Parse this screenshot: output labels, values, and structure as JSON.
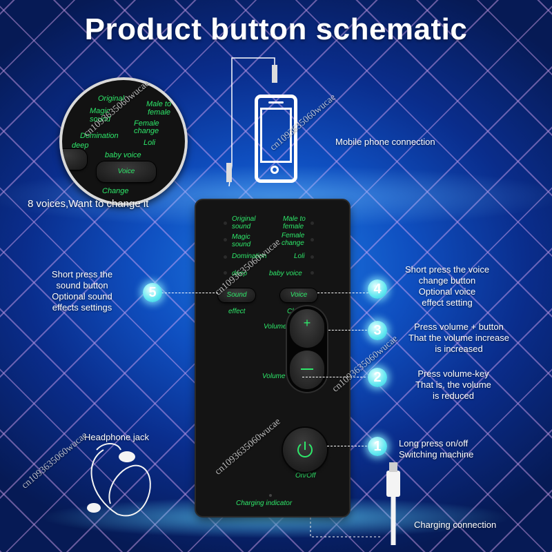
{
  "title": "Product button schematic",
  "watermark": "cn1093635060wucae",
  "magnifier": {
    "caption": "8 voices,Want to change it",
    "labels": {
      "original": "Original",
      "male_to": "Male to",
      "female": "female",
      "magic": "Magic",
      "sound": "sound",
      "female_change": "Female change",
      "domination": "Domination",
      "deep": "deep",
      "loli": "Loli",
      "baby_voice": "baby voice",
      "voice": "Voice",
      "change": "Change"
    }
  },
  "device": {
    "voices_left": [
      {
        "line1": "Original",
        "line2": "sound"
      },
      {
        "line1": "Magic",
        "line2": "sound"
      },
      {
        "line1": "Domination",
        "line2": ""
      },
      {
        "line1": "deep",
        "line2": ""
      }
    ],
    "voices_right": [
      {
        "line1": "Male to",
        "line2": "female"
      },
      {
        "line1": "Female",
        "line2": "change"
      },
      {
        "line1": "Loli",
        "line2": ""
      },
      {
        "line1": "baby voice",
        "line2": ""
      }
    ],
    "sound_button": "Sound",
    "sound_label": "effect",
    "voice_button": "Voice",
    "voice_label": "Change",
    "volume_up_label": "Volume",
    "volume_up_symbol": "+",
    "volume_down_label": "Volume",
    "power_label": "On/Off",
    "charging_label": "Charging indicator"
  },
  "callouts": [
    {
      "num": "1",
      "lines": [
        "Long press on/off",
        "Switching machine"
      ]
    },
    {
      "num": "2",
      "lines": [
        "Press volume-key",
        "That is, the volume",
        "is reduced"
      ]
    },
    {
      "num": "3",
      "lines": [
        "Press volume + button",
        "That the volume increase",
        "is increased"
      ]
    },
    {
      "num": "4",
      "lines": [
        "Short press the voice",
        "change button",
        "Optional voice",
        "effect setting"
      ]
    },
    {
      "num": "5",
      "lines": [
        "Short press the",
        "sound button",
        "Optional sound",
        "effects settings"
      ]
    }
  ],
  "mobile_label": "Mobile phone connection",
  "headphone_label": "Headphone jack",
  "charging_label": "Charging connection",
  "colors": {
    "device_text": "#2ee86a",
    "badge": "#5fe7f0",
    "background": "#0f4fc0"
  }
}
